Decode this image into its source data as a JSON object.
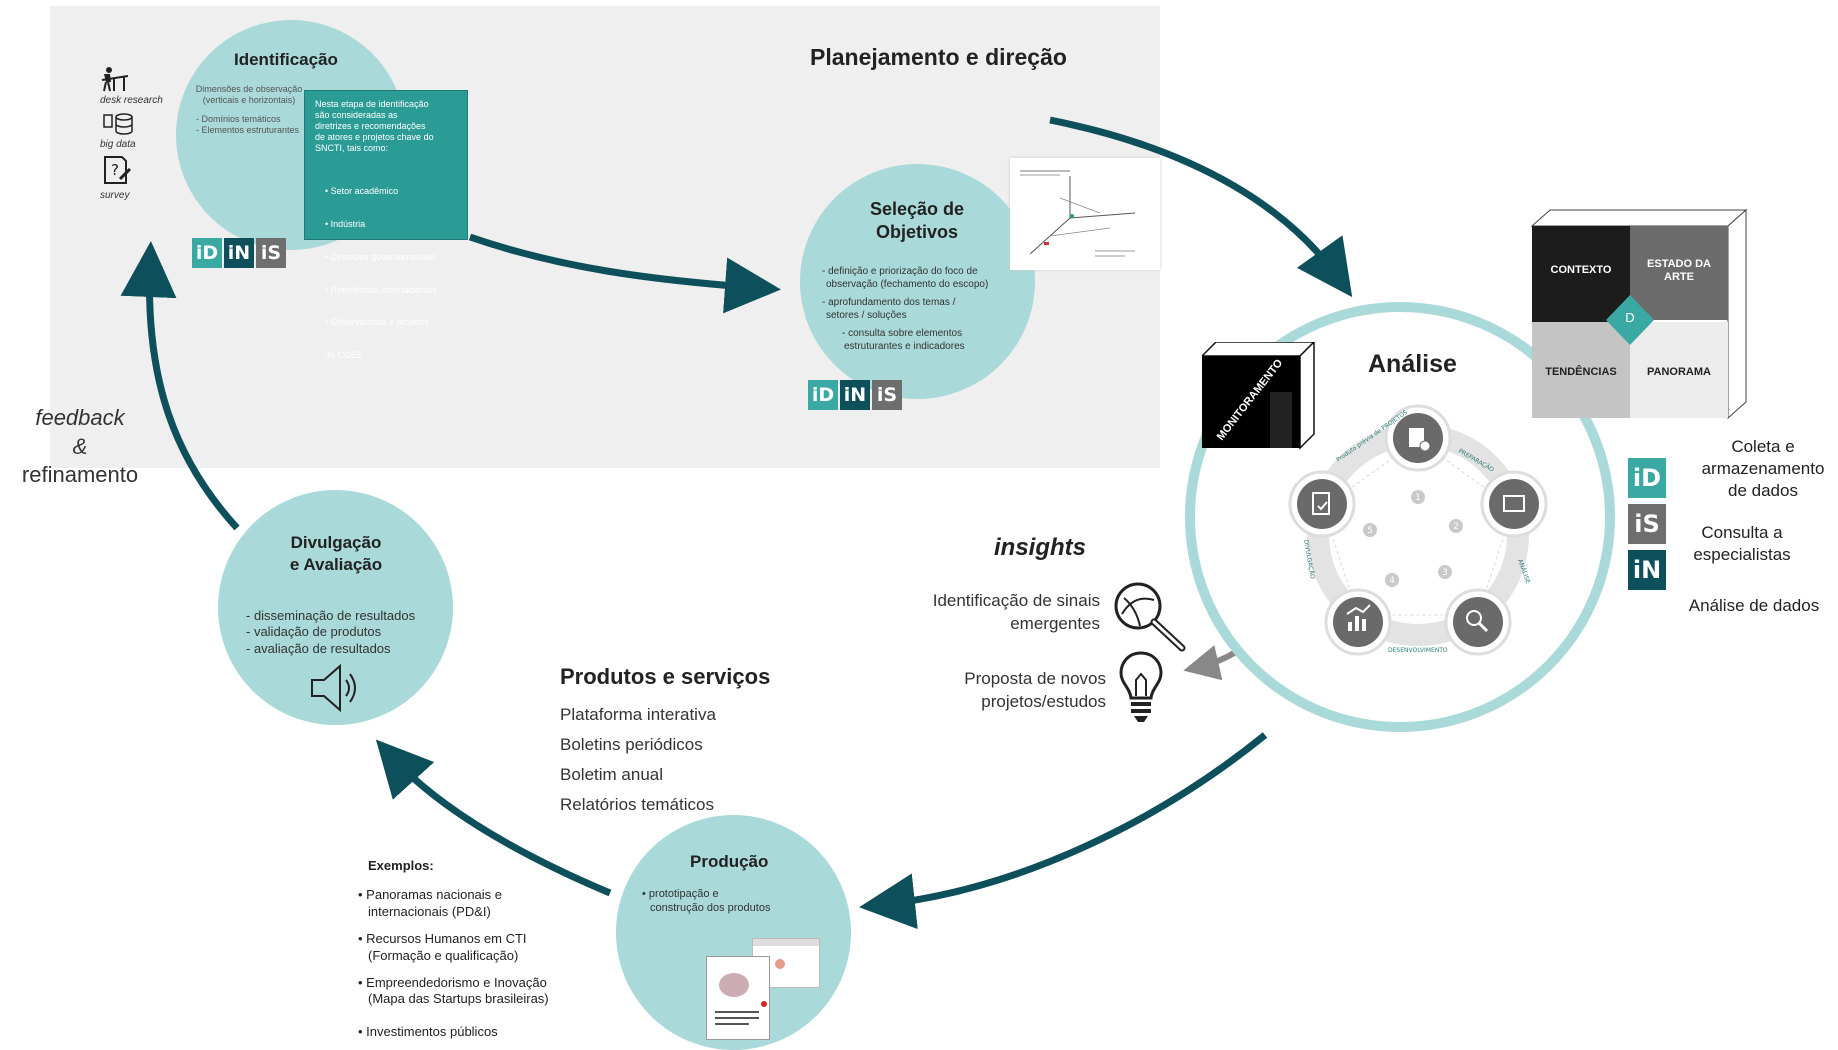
{
  "colors": {
    "teal_dark": "#0e4f5c",
    "teal_mid": "#2b9c95",
    "teal_light": "#a9d9d8",
    "grey_bg": "#efefef",
    "badge_id": "#3aa9a3",
    "badge_in": "#0e4f5c",
    "badge_is": "#6e6e6e"
  },
  "badges": {
    "id": "iD",
    "in": "iN",
    "is": "iS"
  },
  "planejamento": {
    "title": "Planejamento e direção"
  },
  "identificacao": {
    "title": "Identificação",
    "methods": [
      {
        "icon": "desk-research-icon",
        "label": "desk research"
      },
      {
        "icon": "big-data-icon",
        "label": "big data"
      },
      {
        "icon": "survey-icon",
        "label": "survey"
      }
    ],
    "dimensoes": [
      "Dimensões de observação",
      "(verticais e horizontais)"
    ],
    "dominios": [
      "- Domínios temáticos",
      "- Elementos estruturantes"
    ],
    "box_text": [
      "Nesta etapa de identificação",
      "são consideradas as",
      "diretrizes e recomendações",
      "de atores e projetos chave do",
      "SNCTI, tais como:"
    ],
    "box_items": [
      "• Setor acadêmico",
      "• Indústria",
      "• Diretrizes governamentais",
      "• Referências internacionais",
      "• Observatórios e projetos",
      "  do CGEE"
    ]
  },
  "selecao": {
    "title_line1": "Seleção de",
    "title_line2": "Objetivos",
    "items": [
      [
        "- definição e priorização do foco de",
        "observação (fechamento do escopo)"
      ],
      [
        "- aprofundamento dos temas /",
        "setores / soluções"
      ],
      [
        "- consulta sobre elementos",
        "estruturantes e indicadores"
      ]
    ]
  },
  "feedback": {
    "line1": "feedback",
    "line2": "&",
    "line3": "refinamento"
  },
  "divulgacao": {
    "title_line1": "Divulgação",
    "title_line2": "e Avaliação",
    "items": [
      "- disseminação de resultados",
      "- validação de produtos",
      "- avaliação de resultados"
    ]
  },
  "produtos": {
    "title": "Produtos e serviços",
    "items": [
      "Plataforma interativa",
      "Boletins periódicos",
      "Boletim anual",
      "Relatórios temáticos"
    ]
  },
  "producao": {
    "title": "Produção",
    "items": [
      "• prototipação e",
      "construção dos produtos"
    ]
  },
  "exemplos": {
    "title": "Exemplos:",
    "items": [
      [
        "• Panoramas nacionais e",
        "internacionais (PD&I)"
      ],
      [
        "• Recursos Humanos em CTI",
        "(Formação e qualificação)"
      ],
      [
        "• Empreendedorismo e Inovação",
        "(Mapa das Startups brasileiras)"
      ],
      [
        "• Investimentos públicos"
      ]
    ]
  },
  "analise": {
    "title": "Análise",
    "monitoramento": "MONITORAMENTO",
    "cycle_labels": [
      "PREPARAÇÃO",
      "ANÁLISE",
      "DESENVOLVIMENTO",
      "DIVULGAÇÃO",
      "Produto prévia de PROJETOS"
    ],
    "cycle_numbers": [
      "1",
      "2",
      "3",
      "4",
      "5"
    ]
  },
  "cubo": {
    "contexto": "CONTEXTO",
    "estado_da_arte_1": "ESTADO DA",
    "estado_da_arte_2": "ARTE",
    "tendencias": "TENDÊNCIAS",
    "panorama": "PANORAMA",
    "center": "D"
  },
  "insights": {
    "title": "insights",
    "item1_line1": "Identificação de sinais",
    "item1_line2": "emergentes",
    "item2_line1": "Proposta de novos",
    "item2_line2": "projetos/estudos"
  },
  "legenda": {
    "id_1": "Coleta e",
    "id_2": "armazenamento",
    "id_3": "de dados",
    "is_1": "Consulta a",
    "is_2": "especialistas",
    "in_1": "Análise de dados"
  }
}
